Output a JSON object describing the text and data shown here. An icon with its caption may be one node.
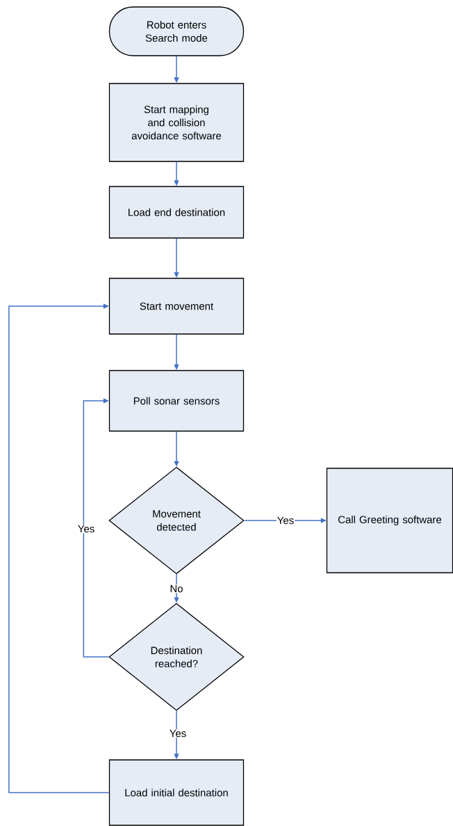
{
  "diagram": {
    "nodes": [
      {
        "text": [
          "Robot enters Search mode"
        ]
      },
      {
        "text": [
          "Start mapping and collision avoidance software"
        ]
      },
      {
        "text": [
          "Load end destination"
        ]
      },
      {
        "text": [
          "Start movement"
        ]
      },
      {
        "text": [
          "Poll sonar sensors"
        ]
      },
      {
        "text": [
          "Movement detected"
        ]
      },
      {
        "text": [
          "Call Greeting software"
        ]
      },
      {
        "text": [
          "Destination reached?"
        ]
      },
      {
        "text": [
          "Load initial destination"
        ]
      }
    ],
    "edges": [
      {
        "from": 0,
        "to": 1,
        "arrow": "to"
      },
      {
        "from": 1,
        "to": 2,
        "arrow": "to"
      },
      {
        "from": 2,
        "to": 3,
        "arrow": "to"
      },
      {
        "from": 3,
        "to": 4,
        "arrow": "to"
      },
      {
        "from": 4,
        "to": 5,
        "arrow": "to"
      },
      {
        "from": 5,
        "to": 6,
        "arrow": "to",
        "label": "Yes"
      },
      {
        "from": 5,
        "to": 7,
        "arrow": "to",
        "label": "No"
      },
      {
        "from": 7,
        "to": 4,
        "arrow": "to",
        "label": "Yes"
      },
      {
        "from": 7,
        "to": 8,
        "arrow": "to",
        "label": "Yes"
      },
      {
        "from": 8,
        "to": 3,
        "arrow": "to"
      }
    ]
  }
}
